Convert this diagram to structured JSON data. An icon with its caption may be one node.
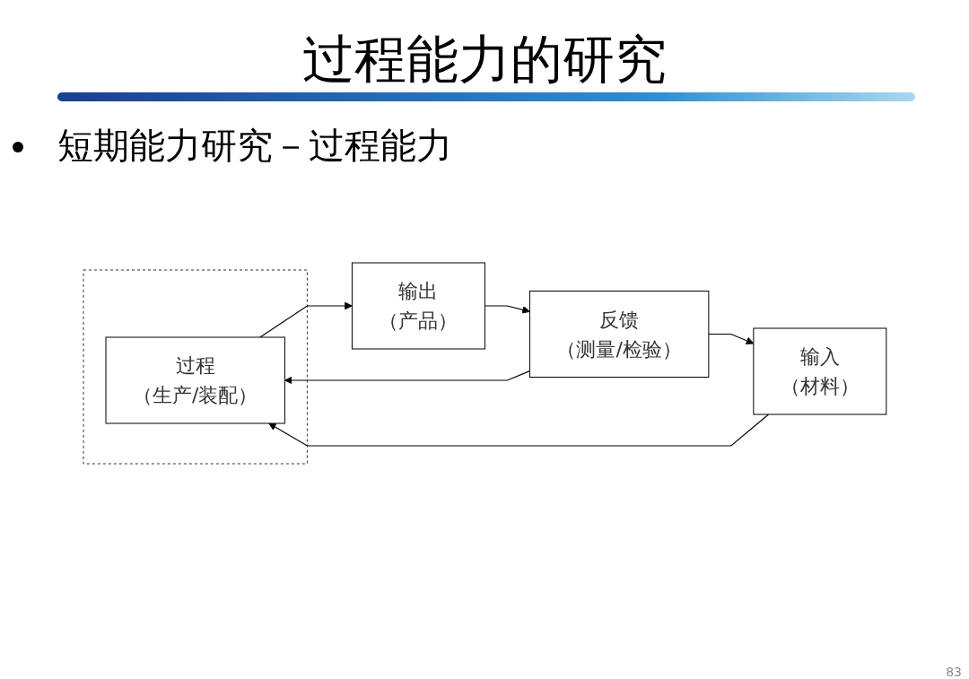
{
  "diagram": {
    "title": "过程能力的研究",
    "nodes": [
      {
        "text": [],
        "shape": "box"
      },
      {
        "text": [
          "输入",
          "（材料）"
        ]
      },
      {
        "text": [
          "过程",
          "（生产/装配）"
        ],
        "in": 0
      },
      {
        "text": [
          "输出",
          "（产品）"
        ]
      },
      {
        "text": [
          "反馈",
          "（测量/检验）"
        ]
      }
    ],
    "edges": [
      {
        "from": 1,
        "to": 2,
        "arrow": "to"
      },
      {
        "from": 2,
        "to": 3,
        "arrow": "to"
      },
      {
        "from": 3,
        "to": 4,
        "arrow": "to"
      },
      {
        "from": 4,
        "to": 2,
        "arrow": "to"
      },
      {
        "from": 4,
        "to": 1,
        "arrow": "to"
      }
    ],
    "labels": [
      "短期能力研究－过程能力",
      "83"
    ]
  }
}
